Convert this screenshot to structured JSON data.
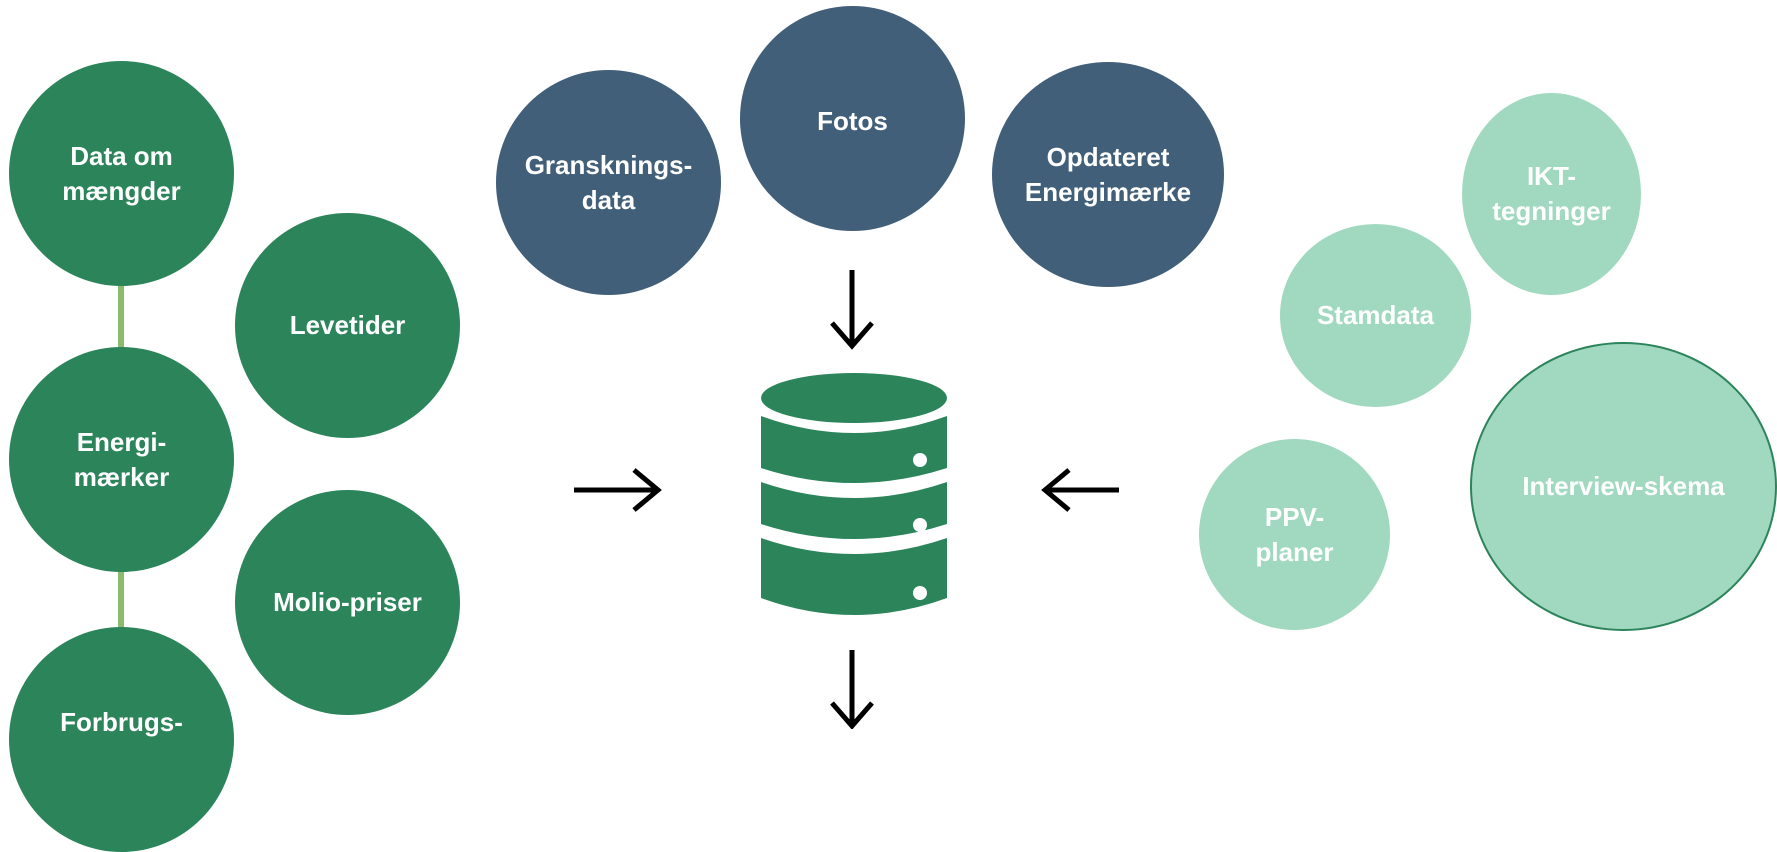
{
  "colors": {
    "dark_green": "#2c845b",
    "navy": "#425f79",
    "mint": "#a0d9bf",
    "connector": "#8dbb6d",
    "arrow": "#000000"
  },
  "left_group": {
    "data_om_maengder": "Data om\nmængder",
    "levetider": "Levetider",
    "energimaerker": "Energi-\nmærker",
    "molio_priser": "Molio-priser",
    "forbrugs": "Forbrugs-"
  },
  "top_group": {
    "gransknings_data": "Gransknings-\ndata",
    "fotos": "Fotos",
    "opdateret_energimaerke": "Opdateret\nEnergimærke"
  },
  "right_group": {
    "ikt_tegninger": "IKT-\ntegninger",
    "stamdata": "Stamdata",
    "ppv_planer": "PPV-\nplaner",
    "interview_skema": "Interview-skema"
  },
  "center": {
    "icon": "database-icon"
  }
}
